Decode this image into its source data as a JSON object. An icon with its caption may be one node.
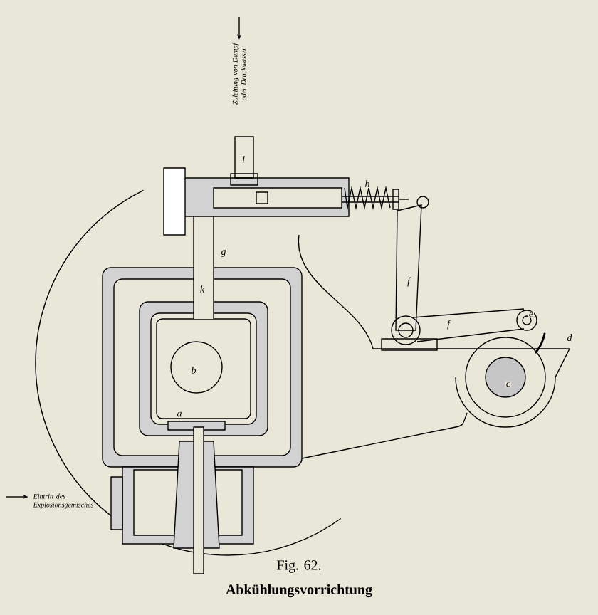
{
  "diagram": {
    "title": "Fig. 62.",
    "caption": "Abkühlungsvorrichtung",
    "labels": [
      "Zuleitung von Dampf oder Druckwasser",
      "l",
      "h",
      "g",
      "k",
      "f",
      "f",
      "e",
      "d",
      "b",
      "c",
      "a",
      "Eintritt des Explosionsgemisches"
    ]
  }
}
